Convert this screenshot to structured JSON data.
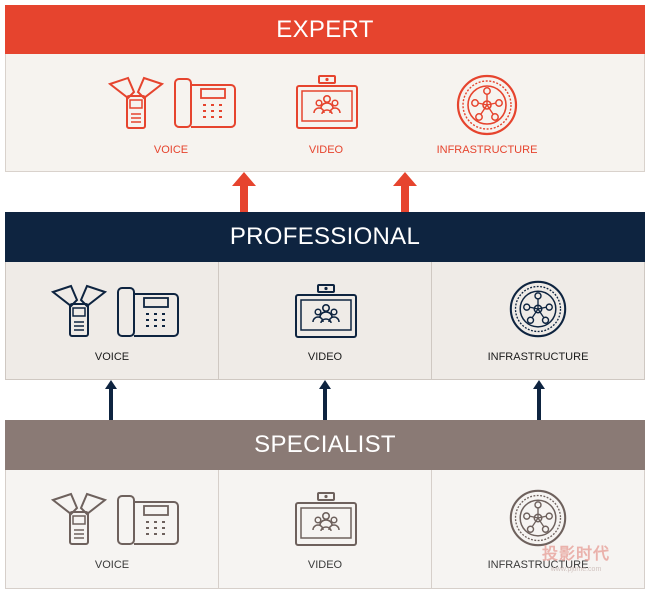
{
  "colors": {
    "expert": "#e6442e",
    "professional": "#0e2440",
    "specialist": "#8a7a75",
    "expert_body": "#f6f3ef",
    "professional_body": "#efebe7",
    "specialist_body": "#f6f4f2"
  },
  "tiers": {
    "expert": {
      "title": "EXPERT",
      "labels": {
        "voice": "VOICE",
        "video": "VIDEO",
        "infrastructure": "INFRASTRUCTURE"
      }
    },
    "professional": {
      "title": "PROFESSIONAL",
      "labels": {
        "voice": "VOICE",
        "video": "VIDEO",
        "infrastructure": "INFRASTRUCTURE"
      }
    },
    "specialist": {
      "title": "SPECIALIST",
      "labels": {
        "voice": "VOICE",
        "video": "VIDEO",
        "infrastructure": "INFRASTRUCTURE"
      }
    }
  },
  "watermark": {
    "text": "投影时代",
    "sub": "www.pjtime.com"
  },
  "icons": [
    "conference-phone-icon",
    "desk-phone-icon",
    "video-screen-icon",
    "infrastructure-gear-icon",
    "up-arrow-icon"
  ]
}
